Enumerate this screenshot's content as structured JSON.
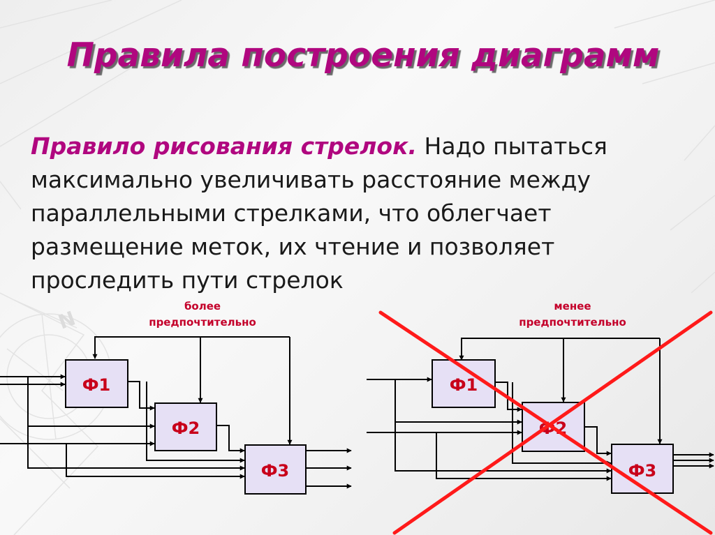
{
  "title": "Правила построения диаграмм",
  "rule": {
    "heading": "Правило рисования стрелок.",
    "lines": [
      " Надо пытаться",
      "максимально увеличивать расстояние между",
      "параллельными стрелками, что облегчает",
      "размещение меток, их чтение и позволяет",
      "проследить пути стрелок"
    ]
  },
  "diagrams": {
    "preferred": {
      "caption_line1": "более",
      "caption_line2": "предпочтительно",
      "blocks": [
        "Ф1",
        "Ф2",
        "Ф3"
      ]
    },
    "not_preferred": {
      "caption_line1": "менее",
      "caption_line2": "предпочтительно",
      "blocks": [
        "Ф1",
        "Ф2",
        "Ф3"
      ]
    }
  },
  "colors": {
    "title": "#b0077f",
    "caption": "#c4002a",
    "block_fill": "#e6e0f5",
    "block_label": "#c8001a",
    "cross": "#ff1a1a"
  }
}
